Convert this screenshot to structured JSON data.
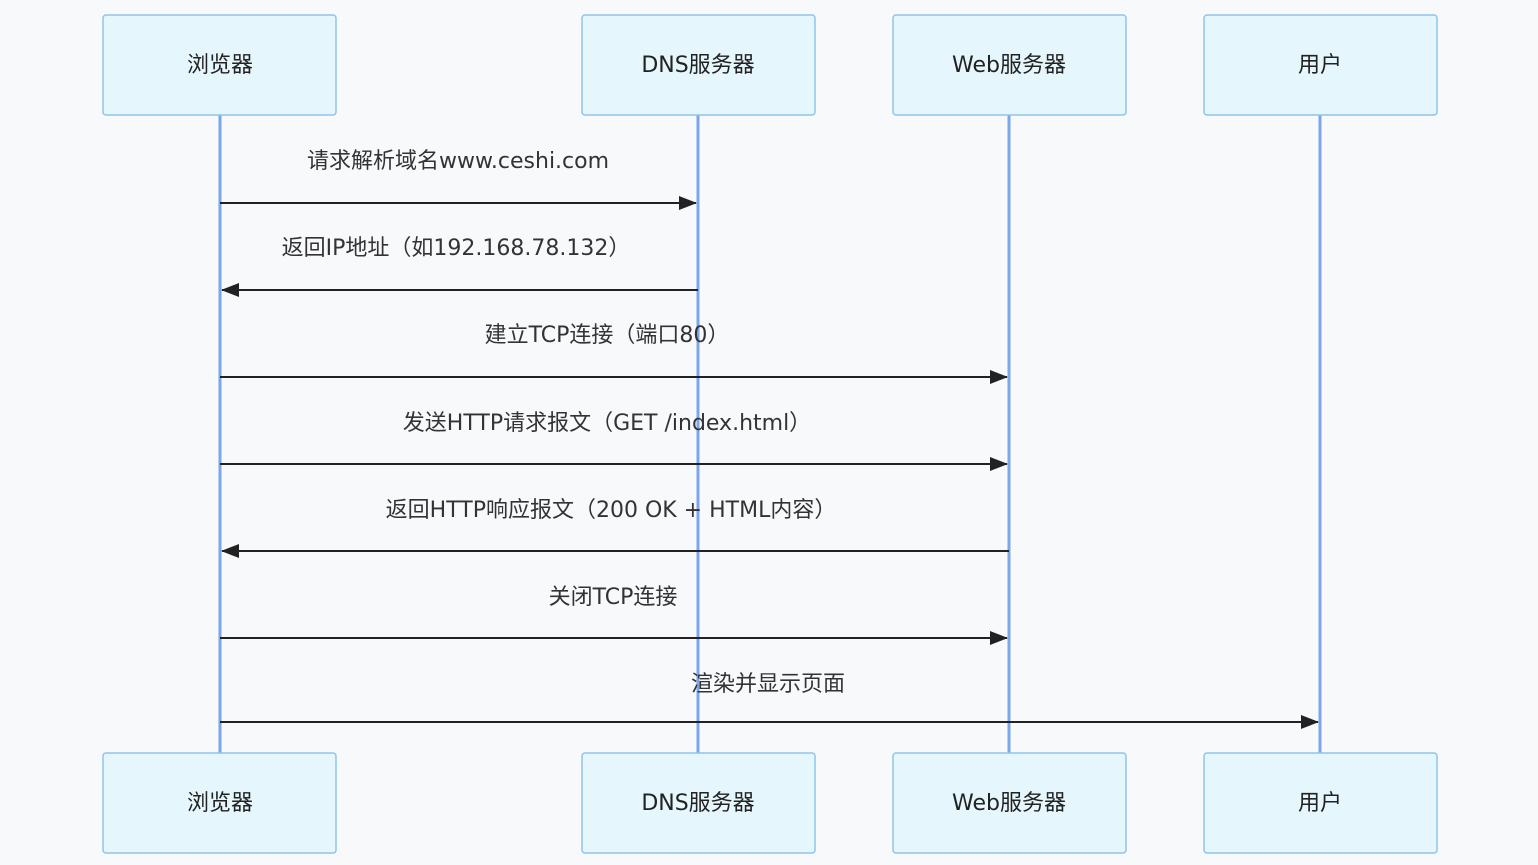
{
  "diagram": {
    "type": "sequence",
    "participants": [
      {
        "id": "browser",
        "label": "浏览器"
      },
      {
        "id": "dns",
        "label": "DNS服务器"
      },
      {
        "id": "web",
        "label": "Web服务器"
      },
      {
        "id": "user",
        "label": "用户"
      }
    ],
    "messages": [
      {
        "from": "browser",
        "to": "dns",
        "label": "请求解析域名www.ceshi.com"
      },
      {
        "from": "dns",
        "to": "browser",
        "label": "返回IP地址（如192.168.78.132）"
      },
      {
        "from": "browser",
        "to": "web",
        "label": "建立TCP连接（端口80）"
      },
      {
        "from": "browser",
        "to": "web",
        "label": "发送HTTP请求报文（GET /index.html）"
      },
      {
        "from": "web",
        "to": "browser",
        "label": "返回HTTP响应报文（200 OK + HTML内容）"
      },
      {
        "from": "browser",
        "to": "web",
        "label": "关闭TCP连接"
      },
      {
        "from": "browser",
        "to": "user",
        "label": "渲染并显示页面"
      }
    ]
  },
  "colors": {
    "background": "#f8f9fb",
    "actor_fill": "#e6f6fd",
    "actor_border": "#8fc4ea",
    "lifeline": "#7aa7ea",
    "message_line": "#222222",
    "text": "#333333"
  }
}
